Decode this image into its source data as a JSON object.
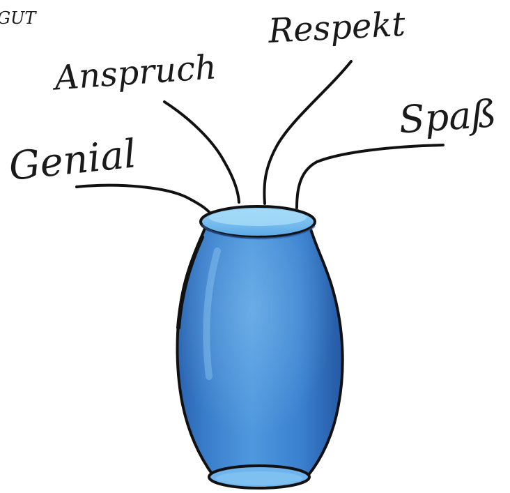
{
  "corner_text": "GUT",
  "labels": {
    "respekt": "Respekt",
    "anspruch": "Anspruch",
    "spass": "Spaß",
    "genial": "Genial"
  },
  "colors": {
    "vase_body": "#3d86d4",
    "vase_dark": "#2a63b0",
    "vase_rim": "#7ec3f2",
    "vase_highlight": "#8cc6f0",
    "ink": "#111111"
  },
  "icons": {
    "vase": "vase-icon"
  }
}
